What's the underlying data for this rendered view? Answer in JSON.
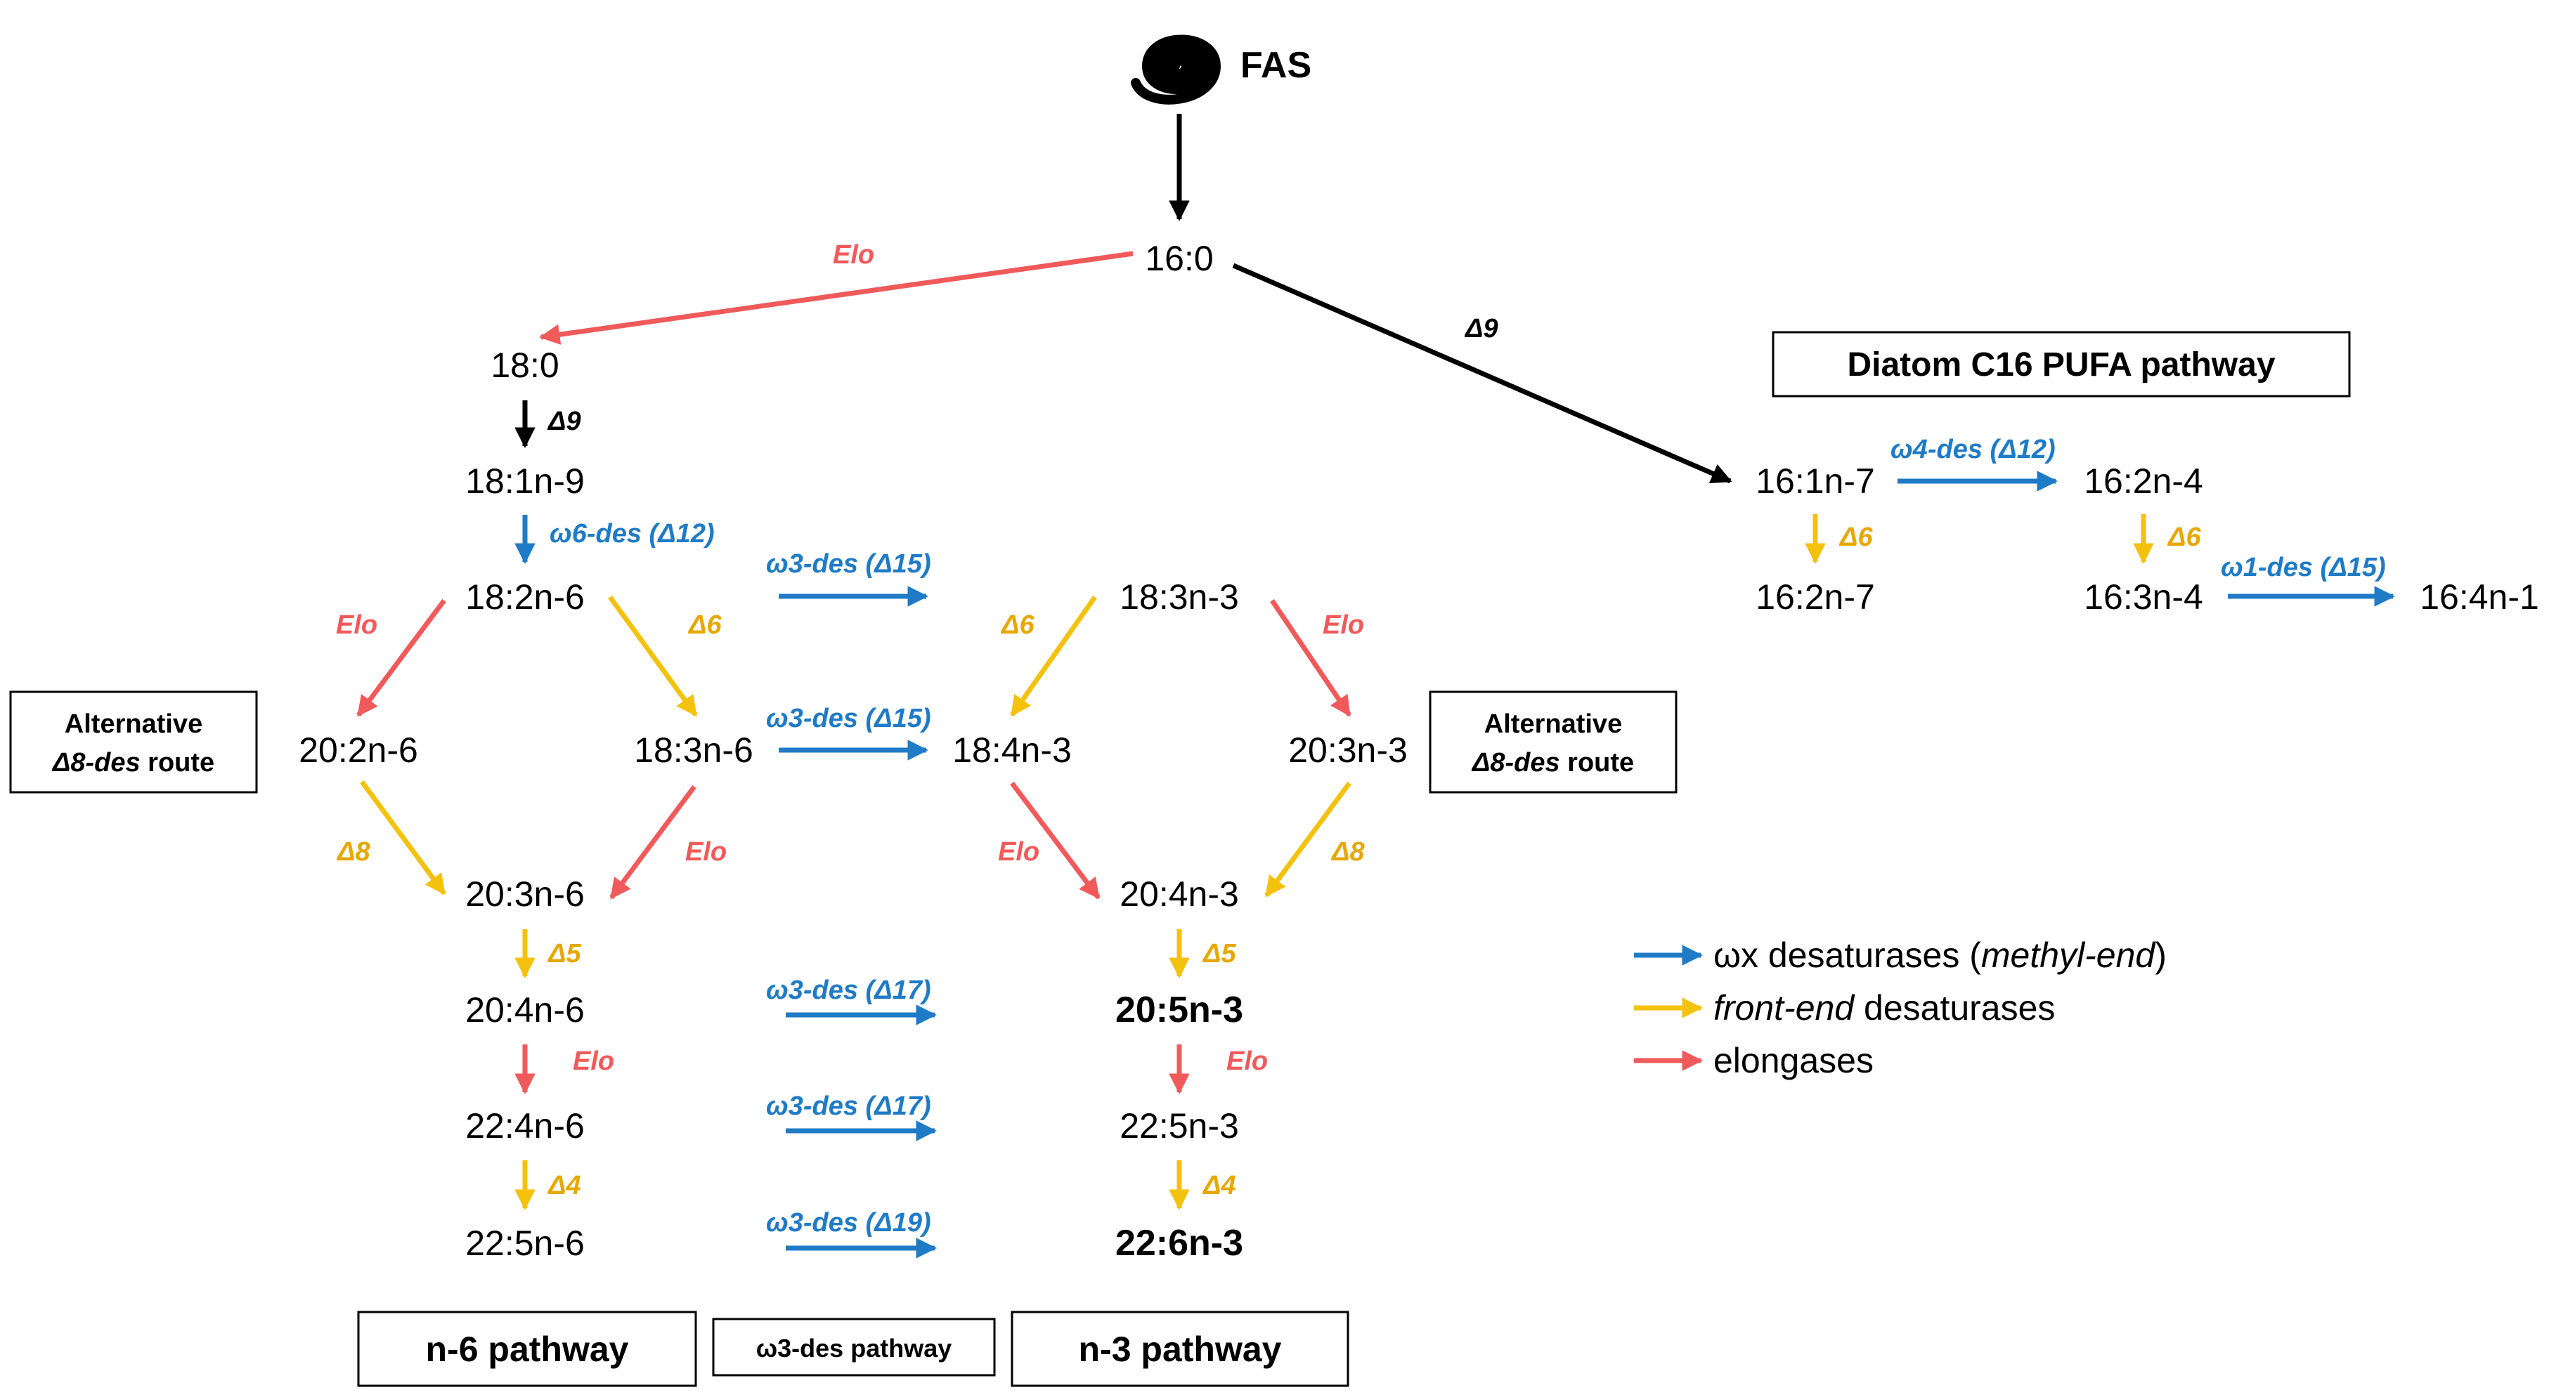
{
  "colors": {
    "omega": "#1f7bc6",
    "front": "#f4c20d",
    "elongase": "#f05a5a",
    "black": "#000000"
  },
  "source": {
    "label": "FAS",
    "icon": "spiral-icon"
  },
  "nodes": {
    "n16_0": "16:0",
    "n18_0": "18:0",
    "n18_1n9": "18:1n-9",
    "n18_2n6": "18:2n-6",
    "n20_2n6": "20:2n-6",
    "n18_3n6": "18:3n-6",
    "n20_3n6": "20:3n-6",
    "n20_4n6": "20:4n-6",
    "n22_4n6": "22:4n-6",
    "n22_5n6": "22:5n-6",
    "n18_3n3": "18:3n-3",
    "n18_4n3": "18:4n-3",
    "n20_3n3": "20:3n-3",
    "n20_4n3": "20:4n-3",
    "n20_5n3": "20:5n-3",
    "n22_5n3": "22:5n-3",
    "n22_6n3": "22:6n-3",
    "n16_1n7": "16:1n-7",
    "n16_2n4": "16:2n-4",
    "n16_2n7": "16:2n-7",
    "n16_3n4": "16:3n-4",
    "n16_4n1": "16:4n-1"
  },
  "labels": {
    "elo": "Elo",
    "d9": "Δ9",
    "d8": "Δ8",
    "d6": "Δ6",
    "d5": "Δ5",
    "d4": "Δ4",
    "w6_d12": "ω6-des (Δ12)",
    "w3_d15": "ω3-des (Δ15)",
    "w3_d17": "ω3-des (Δ17)",
    "w3_d19": "ω3-des (Δ19)",
    "w4_d12": "ω4-des (Δ12)",
    "w1_d15": "ω1-des (Δ15)"
  },
  "boxes": {
    "diatom": "Diatom C16 PUFA pathway",
    "alt_line1": "Alternative",
    "alt_line2_italic": "Δ8-des",
    "alt_line2_rest": " route",
    "n6": "n-6 pathway",
    "w3": "ω3-des pathway",
    "n3": "n-3 pathway"
  },
  "legend": {
    "omega_a": "ωx desaturases (",
    "omega_b": "methyl-end",
    "omega_c": ")",
    "front_a": "front-end",
    "front_b": " desaturases",
    "elo": "elongases"
  }
}
